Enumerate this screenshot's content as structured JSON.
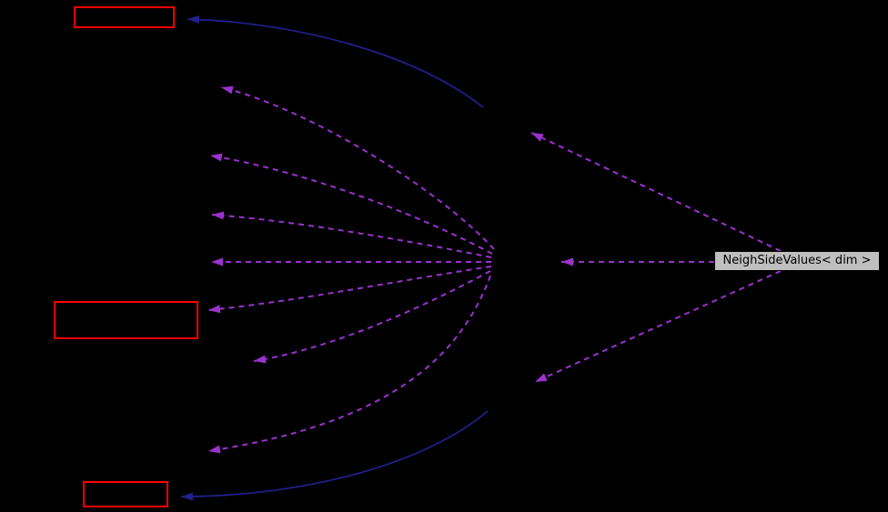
{
  "diagram": {
    "kind": "collaboration-graph",
    "background_color": "#000000",
    "colors": {
      "truncated_node_border": "#ff0000",
      "main_node_fill": "#bfbfbf",
      "main_node_text": "#000000",
      "inheritance_edge": "#20208d",
      "usage_edge": "#9a32cd"
    },
    "main_node": {
      "label": "NeighSideValues< dim >"
    },
    "truncated_nodes": [
      {
        "id": "top-left"
      },
      {
        "id": "middle-left"
      },
      {
        "id": "bottom-left"
      }
    ],
    "edge_counts": {
      "dashed_usage_edges": 10,
      "solid_inheritance_edges": 2
    }
  }
}
